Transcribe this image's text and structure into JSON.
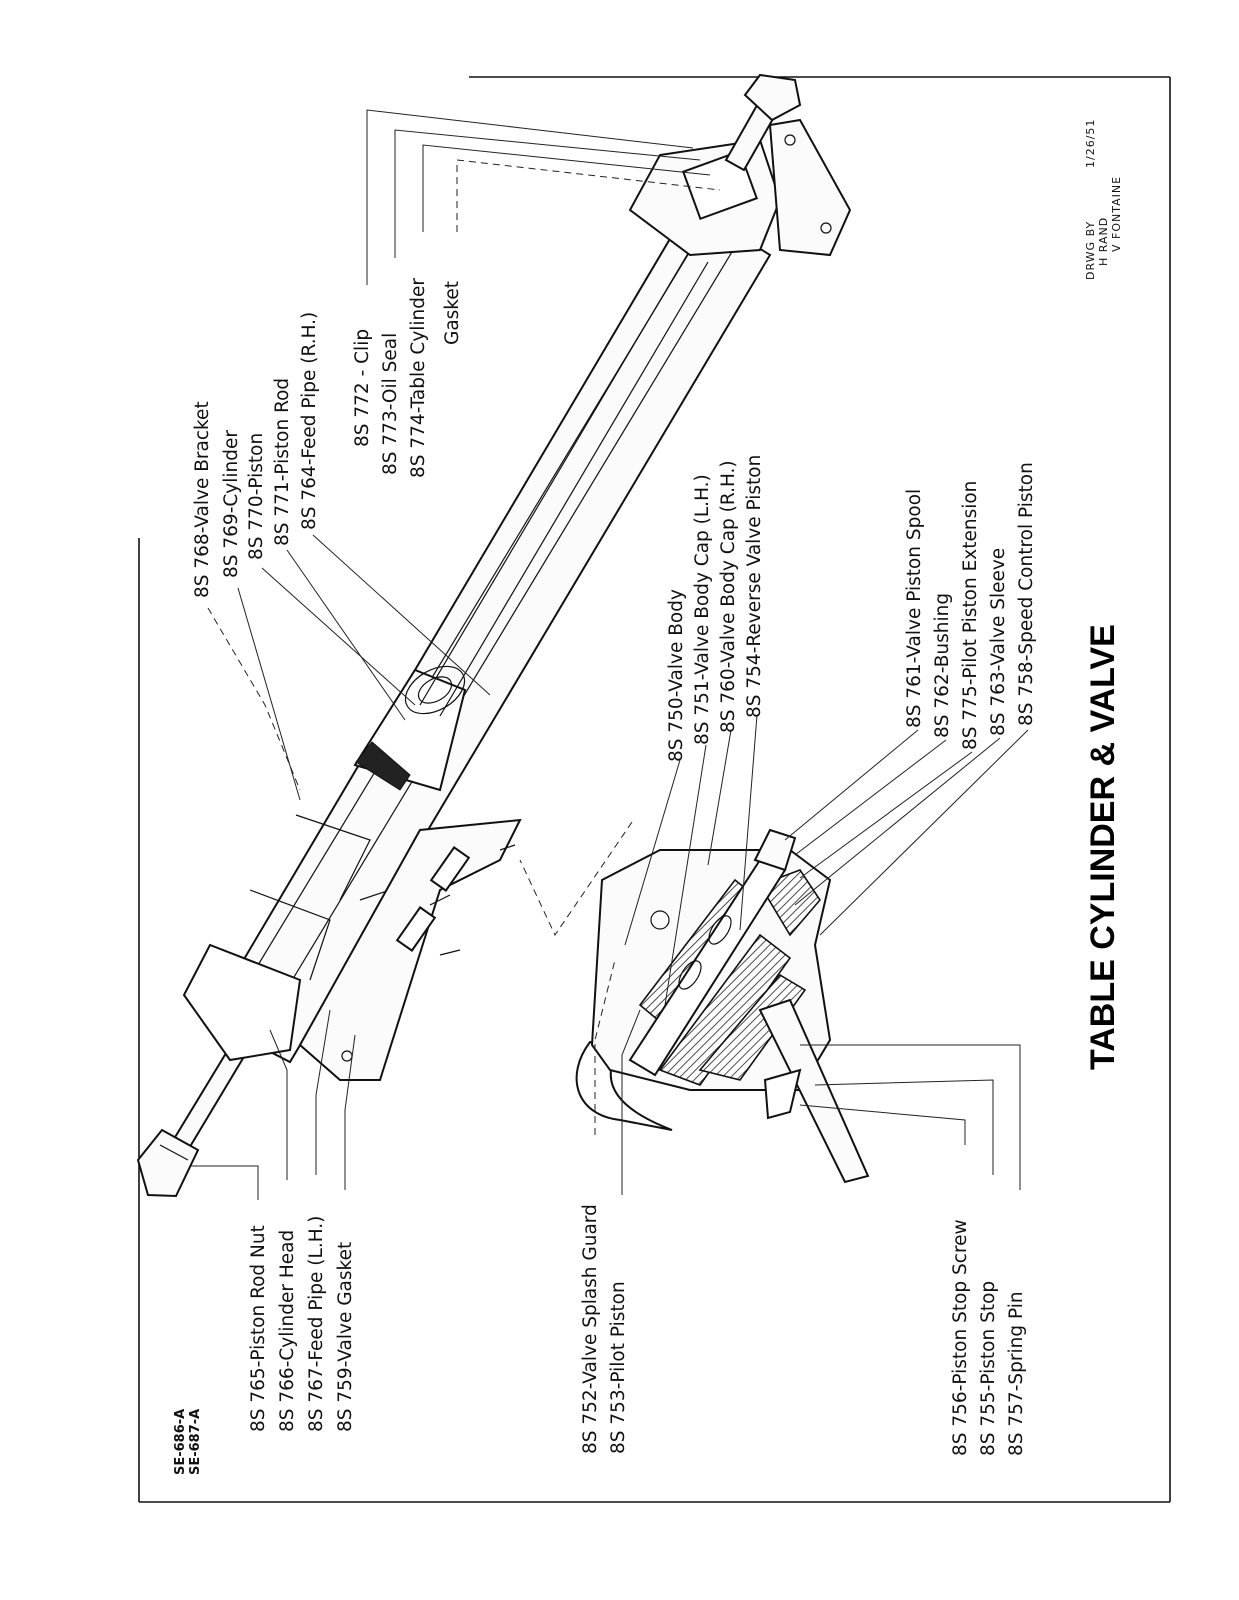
{
  "title": "TABLE CYLINDER & VALVE",
  "drawing": {
    "drawn_by_label": "DRWG BY",
    "drafters": [
      "H RAND",
      "V FONTAINE"
    ],
    "date": "1/26/51",
    "sheet_codes": [
      "SE-686-A",
      "SE-687-A"
    ]
  },
  "labels_top": [
    "8S 768-Valve Bracket",
    "8S 769-Cylinder",
    "8S 770-Piston",
    "8S 771-Piston Rod",
    "8S 764-Feed Pipe (R.H.)"
  ],
  "labels_top_right": [
    "8S 772 - Clip",
    "8S 773-Oil Seal",
    "8S 774-Table Cylinder",
    "Gasket"
  ],
  "labels_valve": [
    "8S 750-Valve Body",
    "8S 751-Valve Body Cap (L.H.)",
    "8S 760-Valve Body Cap (R.H.)",
    "8S 754-Reverse Valve Piston"
  ],
  "labels_spool": [
    "8S 761-Valve Piston Spool",
    "8S 762-Bushing",
    "8S 775-Pilot Piston Extension",
    "8S 763-Valve Sleeve",
    "8S 758-Speed Control Piston"
  ],
  "labels_bottom_left": [
    "8S 765-Piston Rod Nut",
    "8S 766-Cylinder Head",
    "8S 767-Feed Pipe (L.H.)",
    "8S 759-Valve Gasket"
  ],
  "labels_bottom_mid": [
    "8S 752-Valve Splash Guard",
    "8S 753-Pilot Piston"
  ],
  "labels_bottom_right": [
    "8S 756-Piston Stop Screw",
    "8S 755-Piston Stop",
    "8S 757-Spring Pin"
  ]
}
